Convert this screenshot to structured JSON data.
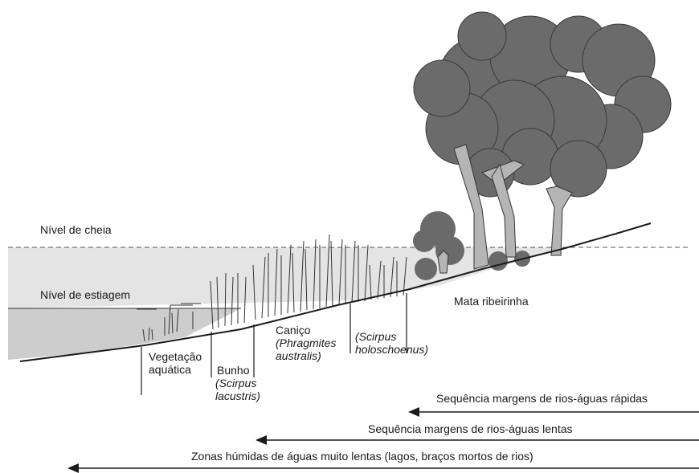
{
  "levels": {
    "flood": "Nível de cheia",
    "low": "Nível de estiagem"
  },
  "zones": {
    "aquatic": {
      "line1": "Vegetação",
      "line2": "aquática"
    },
    "bulrush": {
      "name": "Bunho",
      "sci1": "(Scirpus",
      "sci2": "lacustris)"
    },
    "reed": {
      "name": "Caniço",
      "sci1": "(Phragmites",
      "sci2": "australis)"
    },
    "scirpus": {
      "sci1": "(Scirpus",
      "sci2": "holoschoenus)"
    },
    "forest": "Mata ribeirinha"
  },
  "sequences": {
    "fast": "Sequência margens de rios-águas rápidas",
    "slow": "Sequência margens de rios-águas lentas",
    "very_slow": "Zonas húmidas de águas muito lentas (lagos, braços mortos de rios)"
  },
  "colors": {
    "flood_water": "#e4e4e4",
    "low_water": "#cfcfcf",
    "foliage": "#6b6b6b",
    "trunk": "#b5b5b5",
    "ink": "#1a1a1a"
  }
}
